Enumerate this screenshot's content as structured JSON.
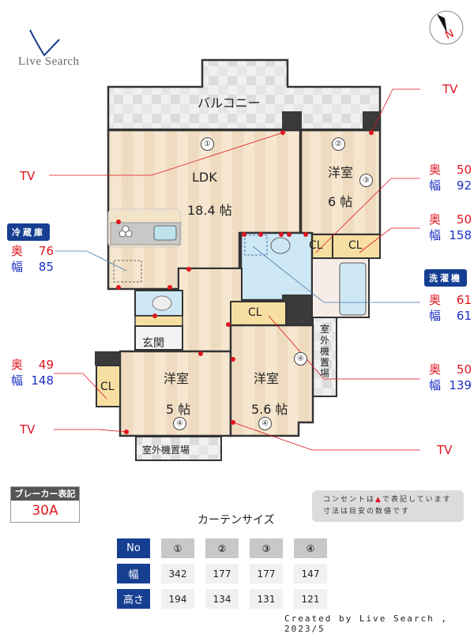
{
  "logo": {
    "brand": "Live Search"
  },
  "compass": {
    "label": "N",
    "icon": "compass-icon"
  },
  "floorplan": {
    "balcony": "バルコニー",
    "rooms": [
      {
        "id": "ldk",
        "name": "LDK",
        "size": "18.4 帖"
      },
      {
        "id": "western1",
        "name": "洋室",
        "size": "6 帖"
      },
      {
        "id": "western2",
        "name": "洋室",
        "size": "5 帖"
      },
      {
        "id": "western3",
        "name": "洋室",
        "size": "5.6 帖"
      }
    ],
    "entrance": "玄関",
    "closets": [
      "CL",
      "CL",
      "CL",
      "CL",
      "CL"
    ],
    "outdoor_unit_space": "室外機置場",
    "outdoor_unit_space_vertical": "室外機置場",
    "window_markers": [
      "①",
      "②",
      "③",
      "④",
      "④",
      "④"
    ]
  },
  "annotations": {
    "tv_label": "TV",
    "depth_key": "奥",
    "width_key": "幅",
    "fridge": {
      "badge": "冷蔵庫",
      "depth": "76",
      "width": "85"
    },
    "washer": {
      "badge": "洗濯機",
      "depth": "61",
      "width": "61"
    },
    "closet_left": {
      "depth": "49",
      "width": "148"
    },
    "closet_top1": {
      "depth": "50",
      "width": "92"
    },
    "closet_top2": {
      "depth": "50",
      "width": "158"
    },
    "closet_mid": {
      "depth": "50",
      "width": "139"
    }
  },
  "breaker": {
    "label": "ブレーカー表記",
    "value": "30A"
  },
  "note": {
    "line1a": "コンセントは",
    "line1b": "で表記しています",
    "line2": "寸法は目安の数値です"
  },
  "curtain": {
    "title": "カーテンサイズ",
    "headers": {
      "no": "No",
      "width": "幅",
      "height": "高さ"
    },
    "columns": [
      {
        "no": "①",
        "width": "342",
        "height": "194"
      },
      {
        "no": "②",
        "width": "177",
        "height": "134"
      },
      {
        "no": "③",
        "width": "177",
        "height": "131"
      },
      {
        "no": "④",
        "width": "147",
        "height": "121"
      }
    ]
  },
  "credit": "Created by Live Search , 2023/5",
  "colors": {
    "accent_blue": "#163f92",
    "red": "#e0141e",
    "dim_blue": "#1c2fc4"
  }
}
